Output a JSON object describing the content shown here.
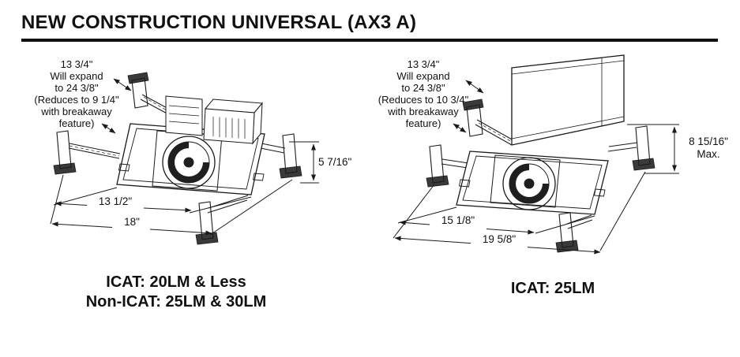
{
  "title": "NEW CONSTRUCTION UNIVERSAL (AX3 A)",
  "left_figure": {
    "expand_note": [
      "13 3/4\"",
      "Will expand",
      "to 24 3/8\"",
      "(Reduces to 9 1/4\"",
      "with breakaway",
      "feature)"
    ],
    "height_dim": "5 7/16\"",
    "width_dim_inner": "13 1/2\"",
    "width_dim_outer": "18\"",
    "caption_line1": "ICAT: 20LM & Less",
    "caption_line2": "Non-ICAT: 25LM & 30LM"
  },
  "right_figure": {
    "expand_note": [
      "13 3/4\"",
      "Will expand",
      "to 24 3/8\"",
      "(Reduces to 10 3/4\"",
      "with breakaway",
      "feature)"
    ],
    "height_dim": "8 15/16\"",
    "height_dim_suffix": "Max.",
    "width_dim_inner": "15 1/8\"",
    "width_dim_outer": "19 5/8\"",
    "caption_line1": "ICAT: 25LM"
  },
  "colors": {
    "ink": "#1a1a1a",
    "background": "#ffffff"
  }
}
